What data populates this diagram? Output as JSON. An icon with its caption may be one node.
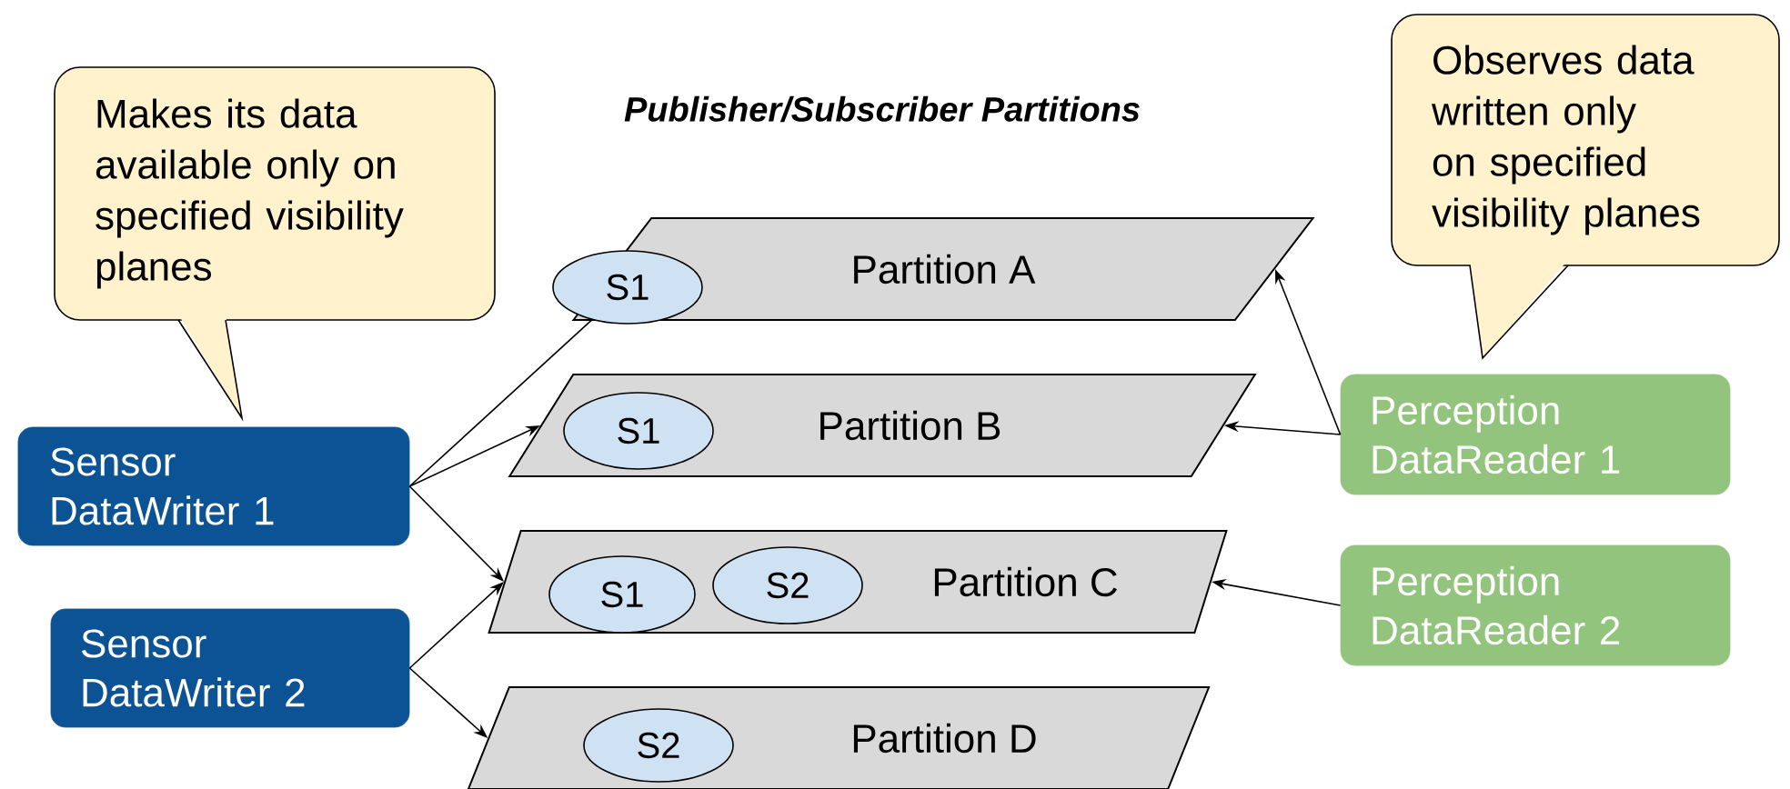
{
  "diagram": {
    "title": "Publisher/Subscriber Partitions",
    "nodes": [
      {
        "text": [
          "Makes its data available only on specified visibility planes"
        ]
      },
      {
        "text": [
          "Observes data written only on specified visibility planes"
        ]
      },
      {
        "text": [
          "Partition A"
        ]
      },
      {
        "text": [
          "S1"
        ],
        "in": 2
      },
      {
        "text": [
          "Partition B"
        ]
      },
      {
        "text": [
          "S1"
        ],
        "in": 4
      },
      {
        "text": [
          "Partition C"
        ]
      },
      {
        "text": [
          "S1"
        ],
        "in": 6
      },
      {
        "text": [
          "S2"
        ],
        "in": 6
      },
      {
        "text": [
          "Partition D"
        ]
      },
      {
        "text": [
          "S2"
        ],
        "in": 9
      },
      {
        "text": [
          "Sensor DataWriter 1"
        ]
      },
      {
        "text": [
          "Sensor DataWriter 2"
        ]
      },
      {
        "text": [
          "Perception DataReader 1"
        ]
      },
      {
        "text": [
          "Perception DataReader 2"
        ]
      }
    ],
    "edges": [
      {
        "from": 11,
        "to": 3,
        "arrow": "none"
      },
      {
        "from": 11,
        "to": 4,
        "arrow": "to"
      },
      {
        "from": 11,
        "to": 6,
        "arrow": "to"
      },
      {
        "from": 12,
        "to": 6,
        "arrow": "to"
      },
      {
        "from": 12,
        "to": 9,
        "arrow": "to"
      },
      {
        "from": 13,
        "to": 2,
        "arrow": "to"
      },
      {
        "from": 13,
        "to": 4,
        "arrow": "to"
      },
      {
        "from": 14,
        "to": 6,
        "arrow": "to"
      }
    ]
  }
}
